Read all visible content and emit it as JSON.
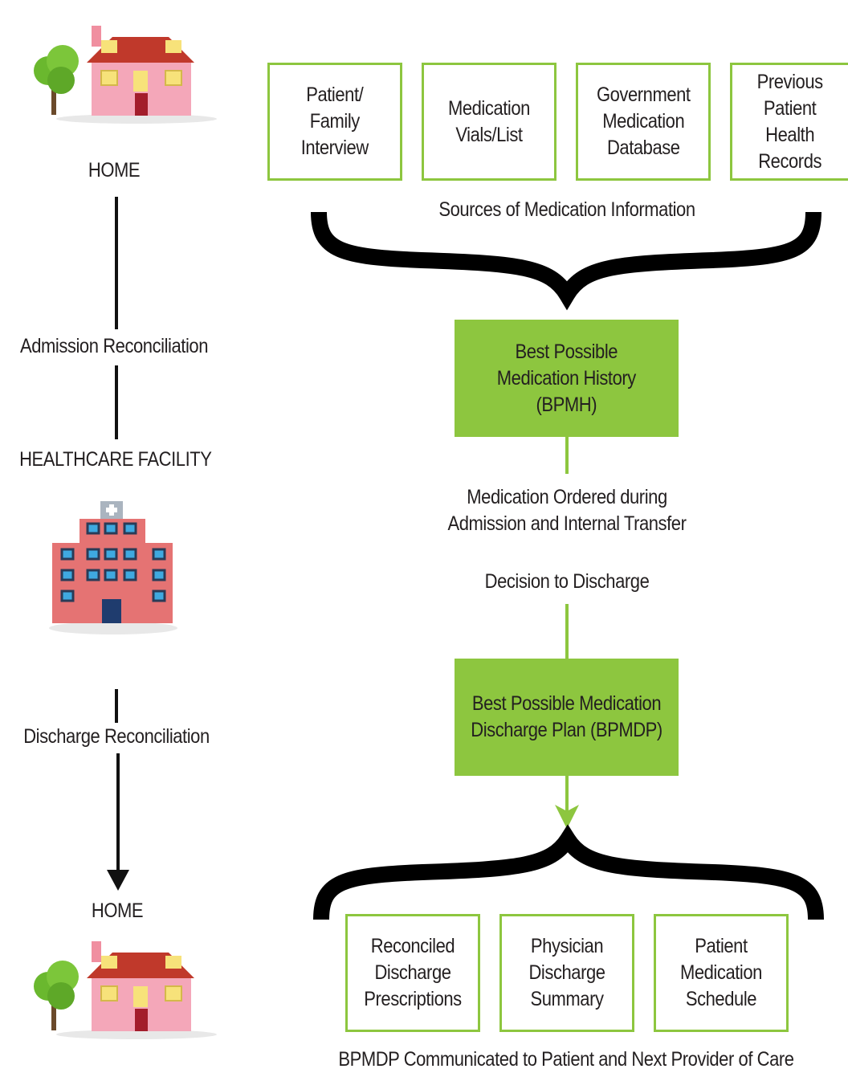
{
  "left": {
    "home_top": "HOME",
    "admission": "Admission Reconciliation",
    "facility": "HEALTHCARE FACILITY",
    "discharge": "Discharge Reconciliation",
    "home_bottom": "HOME"
  },
  "sources": {
    "items": [
      "Patient/\nFamily\nInterview",
      "Medication\nVials/List",
      "Government\nMedication\nDatabase",
      "Previous\nPatient\nHealth\nRecords"
    ],
    "caption": "Sources of Medication Information"
  },
  "bpmh": "Best Possible\nMedication History\n(BPMH)",
  "ordered": "Medication Ordered during\nAdmission and Internal Transfer",
  "decision": "Decision to Discharge",
  "bpmdp": "Best Possible Medication\nDischarge Plan (BPMDP)",
  "outputs": {
    "items": [
      "Reconciled\nDischarge\nPrescriptions",
      "Physician\nDischarge\nSummary",
      "Patient\nMedication\nSchedule"
    ],
    "caption": "BPMDP Communicated to Patient and Next Provider of Care"
  },
  "colors": {
    "accent": "#8dc63f",
    "line": "#111111",
    "text": "#231f20"
  }
}
